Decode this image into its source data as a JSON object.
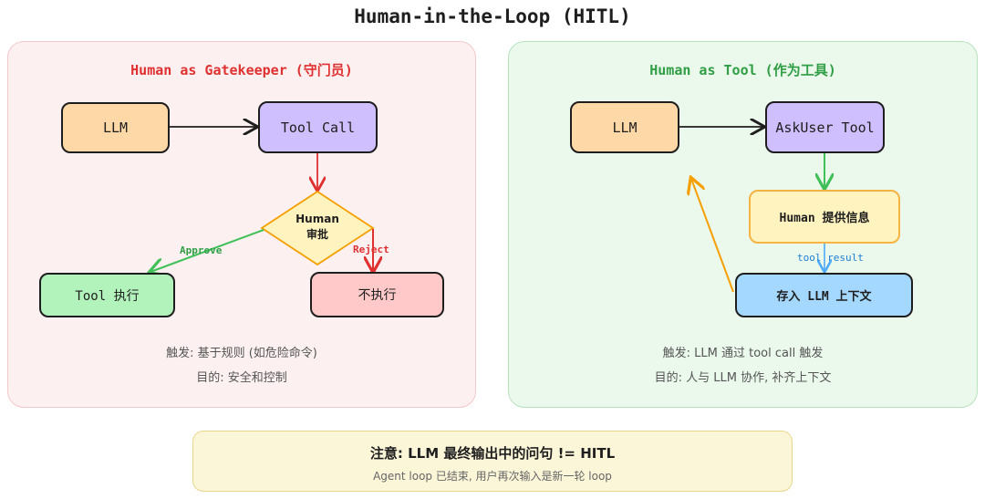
{
  "title": "Human-in-the-Loop (HITL)",
  "left": {
    "heading": "Human as Gatekeeper (守门员)",
    "nodes": {
      "llm": "LLM",
      "tool_call": "Tool Call",
      "decision": "Human\n审批",
      "tool_exec": "Tool 执行",
      "no_exec": "不执行"
    },
    "edges": {
      "approve": "Approve",
      "reject": "Reject"
    },
    "trigger": "触发: 基于规则 (如危险命令)",
    "purpose": "目的: 安全和控制"
  },
  "right": {
    "heading": "Human as Tool (作为工具)",
    "nodes": {
      "llm": "LLM",
      "askuser": "AskUser Tool",
      "human_info": "Human 提供信息",
      "store": "存入 LLM 上下文"
    },
    "edges": {
      "tool_result": "tool result"
    },
    "trigger": "触发: LLM 通过 tool call 触发",
    "purpose": "目的: 人与 LLM 协作, 补齐上下文"
  },
  "footer": {
    "note": "注意: LLM 最终输出中的问句 != HITL",
    "sub": "Agent loop 已结束, 用户再次输入是新一轮 loop"
  },
  "colors": {
    "left_heading": "#e03131",
    "right_heading": "#2f9e44",
    "llm_fill": "#ffd8a8",
    "tool_call_fill": "#d0bfff",
    "decision_fill": "#fff3bf",
    "approve_fill": "#b2f2bb",
    "reject_fill": "#ffc9c9",
    "human_info_fill": "#fff3bf",
    "store_fill": "#a5d8ff"
  }
}
